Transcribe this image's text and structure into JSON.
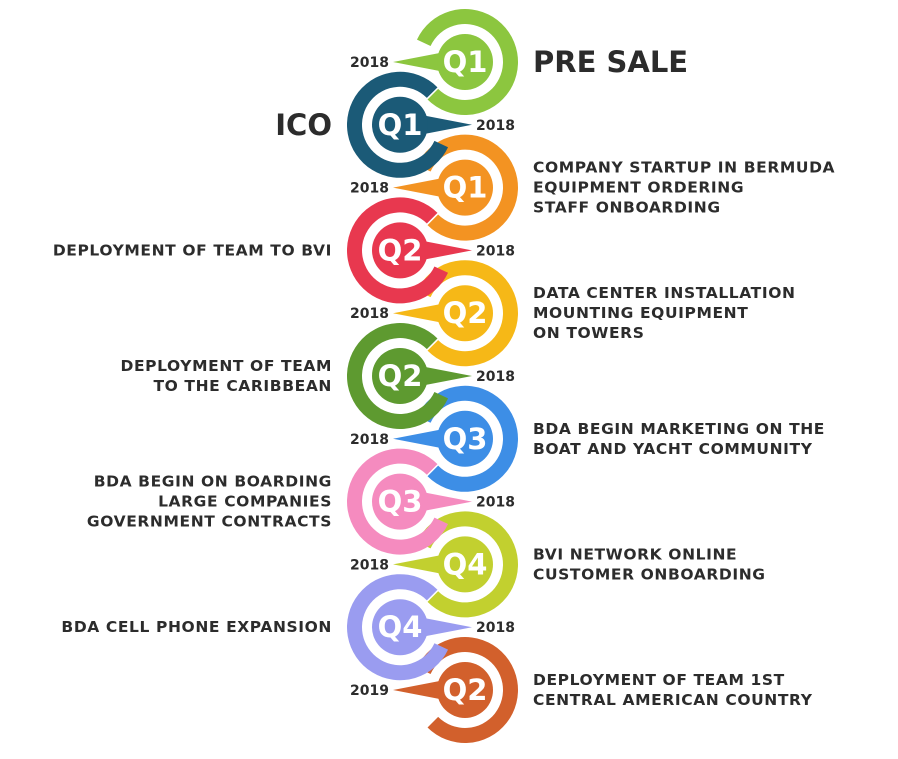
{
  "milestones": [
    {
      "quarter": "Q1",
      "year": "2018",
      "side": "right",
      "color": "#8cc63f",
      "lines": [
        "PRE SALE"
      ],
      "big": true
    },
    {
      "quarter": "Q1",
      "year": "2018",
      "side": "left",
      "color": "#1b5a77",
      "lines": [
        "ICO"
      ],
      "big": true
    },
    {
      "quarter": "Q1",
      "year": "2018",
      "side": "right",
      "color": "#f39322",
      "lines": [
        "COMPANY STARTUP IN BERMUDA",
        "EQUIPMENT ORDERING",
        "STAFF ONBOARDING"
      ],
      "big": false
    },
    {
      "quarter": "Q2",
      "year": "2018",
      "side": "left",
      "color": "#e8384f",
      "lines": [
        "DEPLOYMENT OF TEAM TO BVI"
      ],
      "big": false
    },
    {
      "quarter": "Q2",
      "year": "2018",
      "side": "right",
      "color": "#f6b817",
      "lines": [
        "DATA CENTER INSTALLATION",
        "MOUNTING EQUIPMENT",
        "ON TOWERS"
      ],
      "big": false
    },
    {
      "quarter": "Q2",
      "year": "2018",
      "side": "left",
      "color": "#5e9a30",
      "lines": [
        "DEPLOYMENT OF TEAM",
        "TO THE CARIBBEAN"
      ],
      "big": false
    },
    {
      "quarter": "Q3",
      "year": "2018",
      "side": "right",
      "color": "#3d8ee6",
      "lines": [
        "BDA BEGIN MARKETING ON THE",
        "BOAT AND YACHT COMMUNITY"
      ],
      "big": false
    },
    {
      "quarter": "Q3",
      "year": "2018",
      "side": "left",
      "color": "#f58bbf",
      "lines": [
        "BDA BEGIN ON BOARDING",
        "LARGE COMPANIES",
        "GOVERNMENT CONTRACTS"
      ],
      "big": false
    },
    {
      "quarter": "Q4",
      "year": "2018",
      "side": "right",
      "color": "#c2d02f",
      "lines": [
        "BVI NETWORK ONLINE",
        "CUSTOMER ONBOARDING"
      ],
      "big": false
    },
    {
      "quarter": "Q4",
      "year": "2018",
      "side": "left",
      "color": "#9a9cf0",
      "lines": [
        "BDA CELL PHONE EXPANSION"
      ],
      "big": false
    },
    {
      "quarter": "Q2",
      "year": "2019",
      "side": "right",
      "color": "#d2602c",
      "lines": [
        "DEPLOYMENT OF TEAM 1ST",
        "CENTRAL AMERICAN COUNTRY"
      ],
      "big": false
    }
  ]
}
